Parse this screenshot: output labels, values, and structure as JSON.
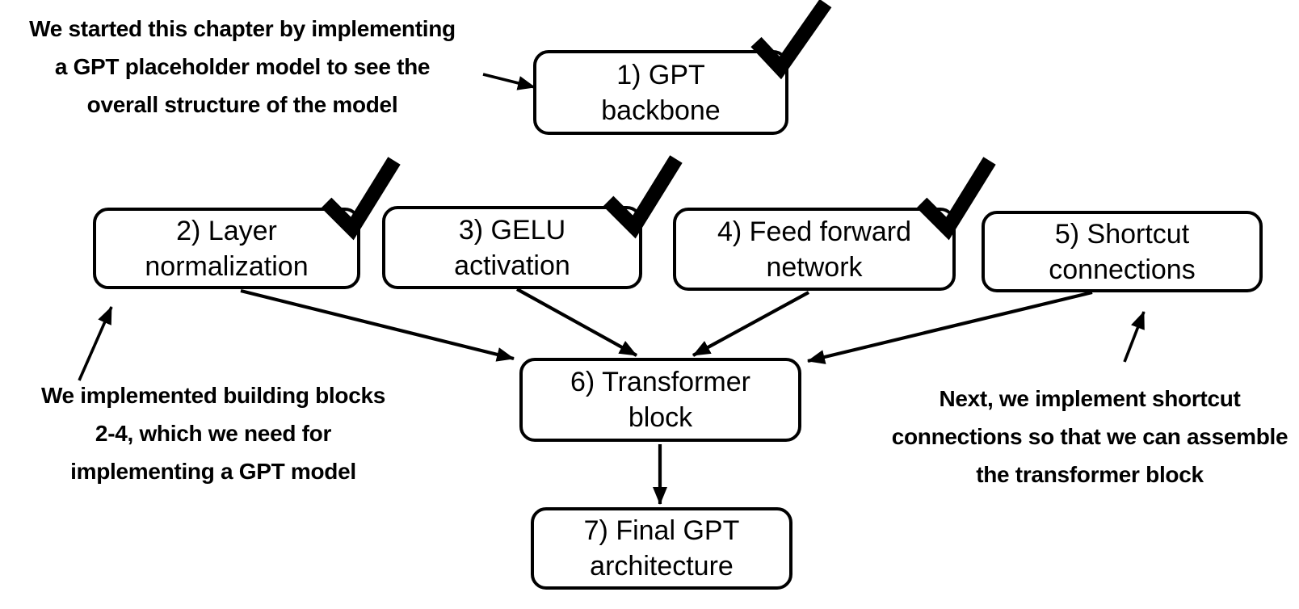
{
  "diagram": {
    "title_hint": "Chapter roadmap for building a GPT model",
    "colors": {
      "ink": "#000000",
      "box_fill": "#ffffff",
      "background": "#ffffff"
    },
    "boxes": [
      {
        "id": "gpt-backbone",
        "line1": "1) GPT",
        "line2": "backbone",
        "checked": true
      },
      {
        "id": "layer-normalization",
        "line1": "2) Layer",
        "line2": "normalization",
        "checked": true
      },
      {
        "id": "gelu-activation",
        "line1": "3) GELU",
        "line2": "activation",
        "checked": true
      },
      {
        "id": "feed-forward-network",
        "line1": "4) Feed forward",
        "line2": "network",
        "checked": true
      },
      {
        "id": "shortcut-connections",
        "line1": "5) Shortcut",
        "line2": "connections",
        "checked": false
      },
      {
        "id": "transformer-block",
        "line1": "6) Transformer",
        "line2": "block",
        "checked": false
      },
      {
        "id": "final-gpt-architecture",
        "line1": "7) Final GPT",
        "line2": "architecture",
        "checked": false
      }
    ],
    "annotations": [
      {
        "id": "intro-note",
        "line1": "We started this chapter by implementing",
        "line2": "a GPT placeholder model to see the",
        "line3": "overall structure of the model",
        "points_to": "gpt-backbone"
      },
      {
        "id": "building-blocks-note",
        "line1": "We implemented building blocks",
        "line2": "2-4, which we need for",
        "line3": "implementing a GPT model",
        "points_to": "layer-normalization"
      },
      {
        "id": "next-step-note",
        "line1": "Next, we implement shortcut",
        "line2": "connections so that we can assemble",
        "line3": "the transformer block",
        "points_to": "shortcut-connections"
      }
    ],
    "edges": [
      {
        "from": "intro-note",
        "to": "gpt-backbone"
      },
      {
        "from": "layer-normalization",
        "to": "transformer-block"
      },
      {
        "from": "gelu-activation",
        "to": "transformer-block"
      },
      {
        "from": "feed-forward-network",
        "to": "transformer-block"
      },
      {
        "from": "shortcut-connections",
        "to": "transformer-block"
      },
      {
        "from": "transformer-block",
        "to": "final-gpt-architecture"
      },
      {
        "from": "building-blocks-note",
        "to": "layer-normalization"
      },
      {
        "from": "next-step-note",
        "to": "shortcut-connections"
      }
    ]
  }
}
